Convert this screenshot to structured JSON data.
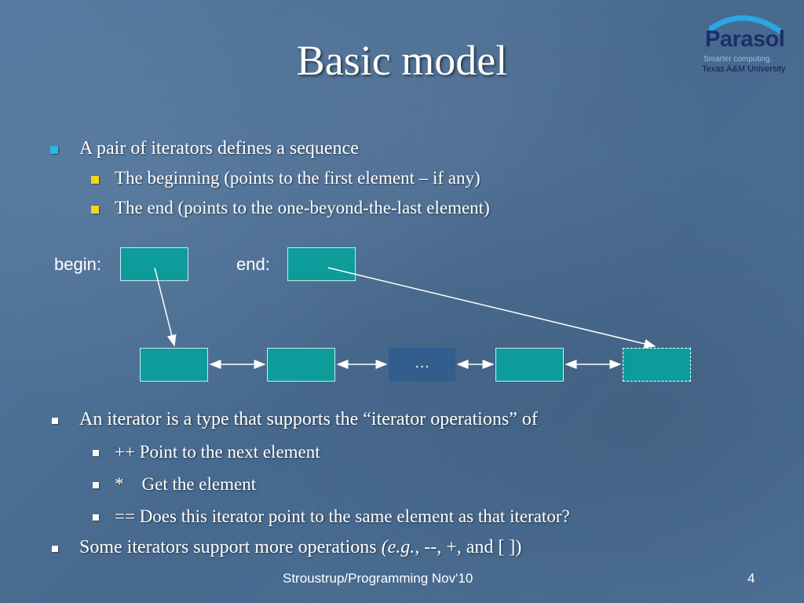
{
  "slide": {
    "title": "Basic model",
    "logo": {
      "name": "Parasol",
      "tagline": "Smarter computing.",
      "university": "Texas A&M University"
    },
    "bullets_top": {
      "main": "A pair of iterators defines a sequence",
      "sub": [
        "The beginning (points to the first element – if any)",
        "The end (points to the one-beyond-the-last element)"
      ]
    },
    "diagram": {
      "begin_label": "begin:",
      "end_label": "end:",
      "ellipsis": "…"
    },
    "bullets_bottom": {
      "main": "An iterator is a type that supports the  “iterator operations” of",
      "sub": [
        "++ Point to the next element",
        "*    Get the element",
        "== Does this iterator point to the same element as that iterator?"
      ],
      "last_prefix": "Some iterators support more operations ",
      "last_italic": "(e.g.",
      "last_suffix": ", --, +, and [ ])"
    },
    "footer": {
      "text": "Stroustrup/Programming Nov'10",
      "page": "4"
    }
  },
  "colors": {
    "background": "#4a6d93",
    "box": "#0e9c9a",
    "ellipsis_box": "#325d8c",
    "bullet_blue": "#26b9ee",
    "bullet_yellow": "#f4d61c"
  }
}
